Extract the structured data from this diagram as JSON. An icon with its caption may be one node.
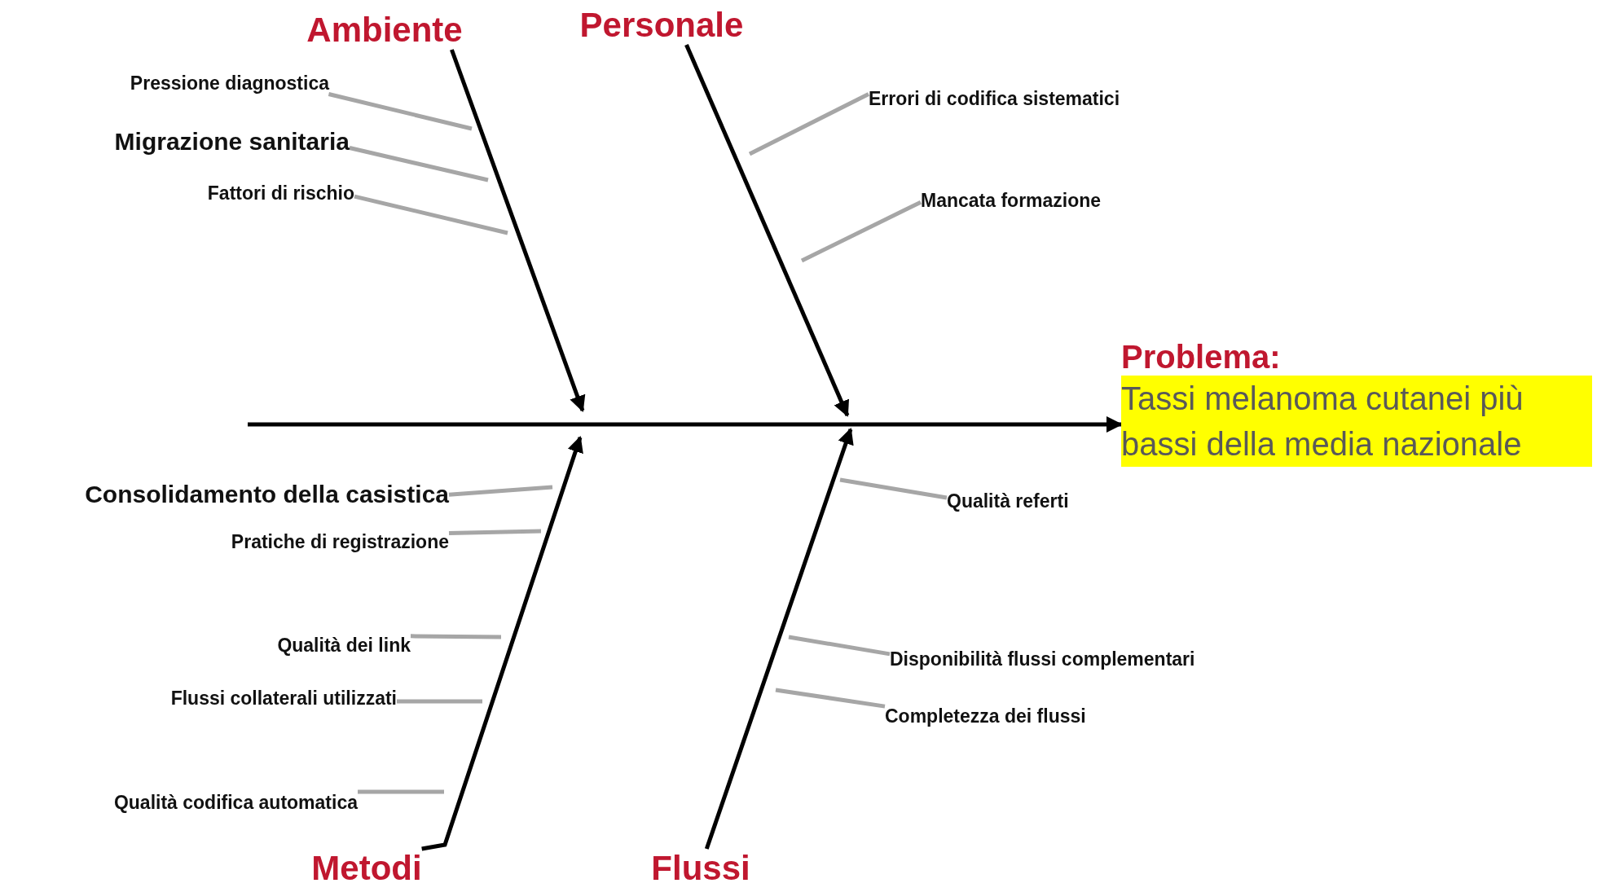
{
  "diagram": {
    "nodes": [
      {
        "text": [
          "Ambiente"
        ]
      },
      {
        "text": [
          "Personale"
        ]
      },
      {
        "text": [
          "Pressione diagnostica"
        ]
      },
      {
        "text": [
          "Errori di codifica sistematici"
        ]
      },
      {
        "text": [
          "Migrazione sanitaria"
        ]
      },
      {
        "text": [
          "Fattori di rischio"
        ]
      },
      {
        "text": [
          "Mancata formazione"
        ]
      },
      {
        "text": [
          "Problema:",
          "Tassi melanoma cutanei più bassi della media nazionale"
        ]
      },
      {
        "text": [
          "Consolidamento della casistica"
        ]
      },
      {
        "text": [
          "Qualità referti"
        ]
      },
      {
        "text": [
          "Pratiche di registrazione"
        ]
      },
      {
        "text": [
          "Qualità dei link"
        ]
      },
      {
        "text": [
          "Disponibilità flussi complementari"
        ]
      },
      {
        "text": [
          "Flussi collaterali utilizzati"
        ]
      },
      {
        "text": [
          "Completezza dei flussi"
        ]
      },
      {
        "text": [
          "Qualità codifica automatica"
        ]
      },
      {
        "text": [
          "Metodi"
        ]
      },
      {
        "text": [
          "Flussi"
        ]
      }
    ],
    "edges": [
      {
        "from": null,
        "to": 7,
        "arrow": "to",
        "color": "#000000"
      },
      {
        "from": 0,
        "to": null,
        "arrow": "to",
        "color": "#000000"
      },
      {
        "from": 1,
        "to": null,
        "arrow": "to",
        "color": "#000000"
      },
      {
        "from": 16,
        "to": null,
        "arrow": "to",
        "color": "#000000"
      },
      {
        "from": 17,
        "to": null,
        "arrow": "to",
        "color": "#000000"
      },
      {
        "from": 2,
        "to": null,
        "arrow": "none"
      },
      {
        "from": 4,
        "to": null,
        "arrow": "none"
      },
      {
        "from": 5,
        "to": null,
        "arrow": "none"
      },
      {
        "from": 3,
        "to": null,
        "arrow": "none"
      },
      {
        "from": 6,
        "to": null,
        "arrow": "none"
      },
      {
        "from": 8,
        "to": null,
        "arrow": "none"
      },
      {
        "from": 10,
        "to": null,
        "arrow": "none"
      },
      {
        "from": 11,
        "to": null,
        "arrow": "none"
      },
      {
        "from": 13,
        "to": null,
        "arrow": "none"
      },
      {
        "from": 15,
        "to": null,
        "arrow": "none"
      },
      {
        "from": 9,
        "to": null,
        "arrow": "none"
      },
      {
        "from": 12,
        "to": null,
        "arrow": "none"
      },
      {
        "from": 14,
        "to": null,
        "arrow": "none"
      }
    ]
  }
}
